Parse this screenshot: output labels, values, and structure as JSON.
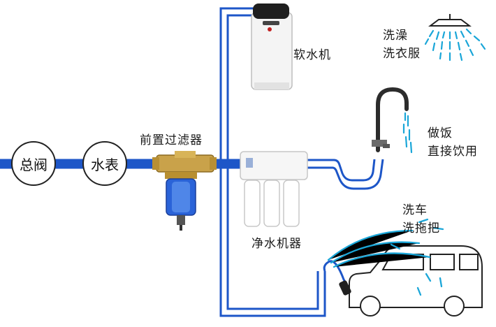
{
  "labels": {
    "main_valve": "总阀",
    "water_meter": "水表",
    "pre_filter": "前置过滤器",
    "softener": "软水机",
    "purifier": "净水机器",
    "shower_line1": "洗澡",
    "shower_line2": "洗衣服",
    "drink_line1": "做饭",
    "drink_line2": "直接饮用",
    "car_line1": "洗车",
    "car_line2": "洗拖把"
  },
  "colors": {
    "pipe_blue": "#1d56c8",
    "spray_blue": "#1aa6d8",
    "filter_blue": "#2a63d8",
    "brass": "#c9a24a"
  },
  "icons": [
    "shower-head-icon",
    "faucet-icon",
    "car-icon",
    "hose-icon"
  ]
}
